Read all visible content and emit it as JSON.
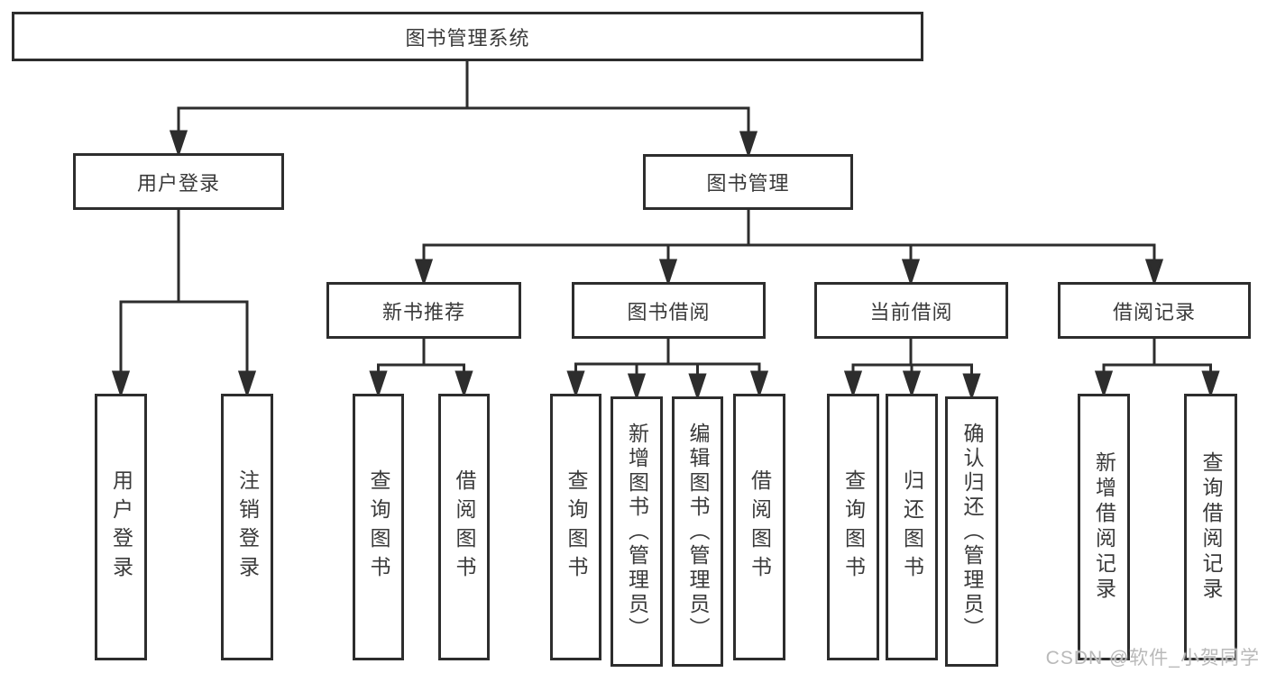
{
  "diagram": {
    "root": {
      "label": "图书管理系统"
    },
    "level2": {
      "user_login": {
        "label": "用户登录"
      },
      "book_mgmt": {
        "label": "图书管理"
      }
    },
    "level3": {
      "new_book_rec": {
        "label": "新书推荐"
      },
      "book_borrow": {
        "label": "图书借阅"
      },
      "current_borrow": {
        "label": "当前借阅"
      },
      "borrow_records": {
        "label": "借阅记录"
      }
    },
    "leaves": {
      "user_login_leaf": {
        "label": "用户登录"
      },
      "logout": {
        "label": "注销登录"
      },
      "nb_query_book": {
        "label": "查询图书"
      },
      "nb_borrow_book": {
        "label": "借阅图书"
      },
      "bb_query_book": {
        "label": "查询图书"
      },
      "bb_add_book": {
        "label": "新增图书（管理员）"
      },
      "bb_edit_book": {
        "label": "编辑图书（管理员）"
      },
      "bb_borrow_book": {
        "label": "借阅图书"
      },
      "cb_query_book": {
        "label": "查询图书"
      },
      "cb_return_book": {
        "label": "归还图书"
      },
      "cb_confirm_return": {
        "label": "确认归还（管理员）"
      },
      "br_add_record": {
        "label": "新增借阅记录"
      },
      "br_query_record": {
        "label": "查询借阅记录"
      }
    },
    "colors": {
      "line": "#2d2d2d",
      "text": "#3a3a3a",
      "watermark": "#b9b9b9",
      "background": "#ffffff"
    }
  },
  "watermark": {
    "text": "CSDN @软件_小贺同学"
  }
}
